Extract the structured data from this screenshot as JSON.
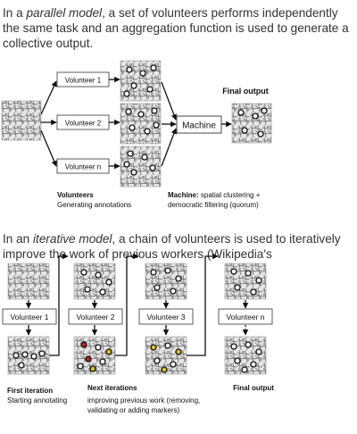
{
  "parallel": {
    "intro_pre": "In a ",
    "intro_em": "parallel model",
    "intro_post": ", a set of volunteers performs independently the same task and an aggregation function is used to generate a collective output.",
    "volunteer_1": "Volunteer 1",
    "volunteer_2": "Volunteer 2",
    "volunteer_n": "Volunteer n",
    "machine": "Machine",
    "final_output": "Final output",
    "volunteers_title": "Volunteers",
    "volunteers_sub": "Generating annotations",
    "machine_title": "Machine:",
    "machine_desc_1": " spatial clustering +",
    "machine_desc_2": "democratic filtering (quorum)"
  },
  "iterative": {
    "intro_pre": "In an ",
    "intro_em": "iterative model",
    "intro_post": ", a chain of volunteers is used to iteratively improve the work of previous workers (Wikipedia's",
    "volunteer_1": "Volunteer 1",
    "volunteer_2": "Volunteer 2",
    "volunteer_3": "Volunteer 3",
    "volunteer_n": "Volunteer n",
    "first_iteration_title": "First iteration",
    "first_iteration_sub": "Starting annotating",
    "next_iterations_title": "Next iterations",
    "next_iterations_sub_1": "improving previous work (removing,",
    "next_iterations_sub_2": "validating or adding markers)",
    "final_output": "Final output"
  },
  "colors": {
    "marker_white": "#ffffff",
    "marker_red": "#b3261e",
    "marker_yellow": "#d8c21a",
    "arrow": "#111111"
  }
}
